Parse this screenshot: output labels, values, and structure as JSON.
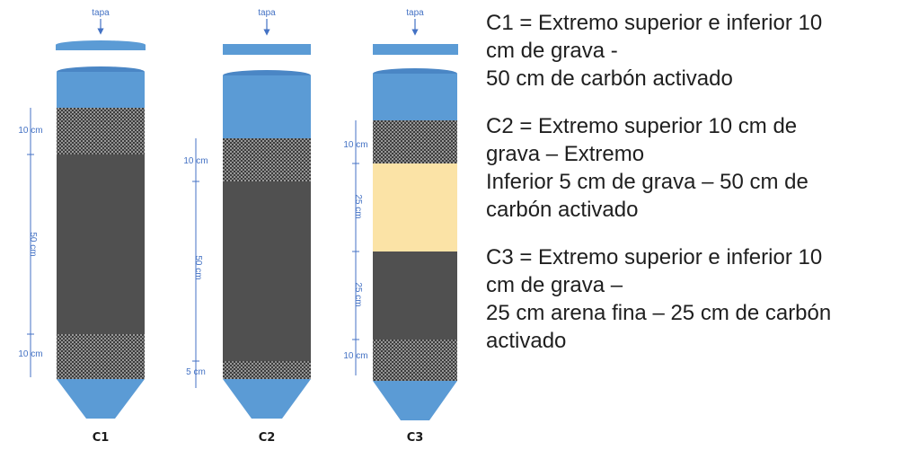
{
  "lid_label": "tapa",
  "columns": [
    {
      "name": "C1",
      "dims": [
        {
          "label": "10 cm"
        },
        {
          "label": "50 cm"
        },
        {
          "label": "10 cm"
        }
      ]
    },
    {
      "name": "C2",
      "dims": [
        {
          "label": "10 cm"
        },
        {
          "label": "50 cm"
        },
        {
          "label": "5 cm"
        }
      ]
    },
    {
      "name": "C3",
      "dims": [
        {
          "label": "10 cm"
        },
        {
          "label": "25 cm"
        },
        {
          "label": "25 cm"
        },
        {
          "label": "10 cm"
        }
      ]
    }
  ],
  "legend": [
    {
      "lines": [
        "C1 = Extremo superior e inferior 10",
        "cm de grava -",
        "50 cm de carbón activado"
      ]
    },
    {
      "lines": [
        "C2 = Extremo superior 10 cm de",
        "grava – Extremo",
        "Inferior 5 cm de grava – 50 cm de",
        "carbón activado"
      ]
    },
    {
      "lines": [
        "C3 = Extremo superior e inferior 10",
        "cm de grava –",
        "25 cm arena fina – 25 cm de carbón",
        "activado"
      ]
    }
  ],
  "colors": {
    "water": "#5b9bd5",
    "carbon": "#505050",
    "gravel": "#7a7a7a",
    "sand": "#fbe3a6",
    "dimension": "#4472c4"
  }
}
